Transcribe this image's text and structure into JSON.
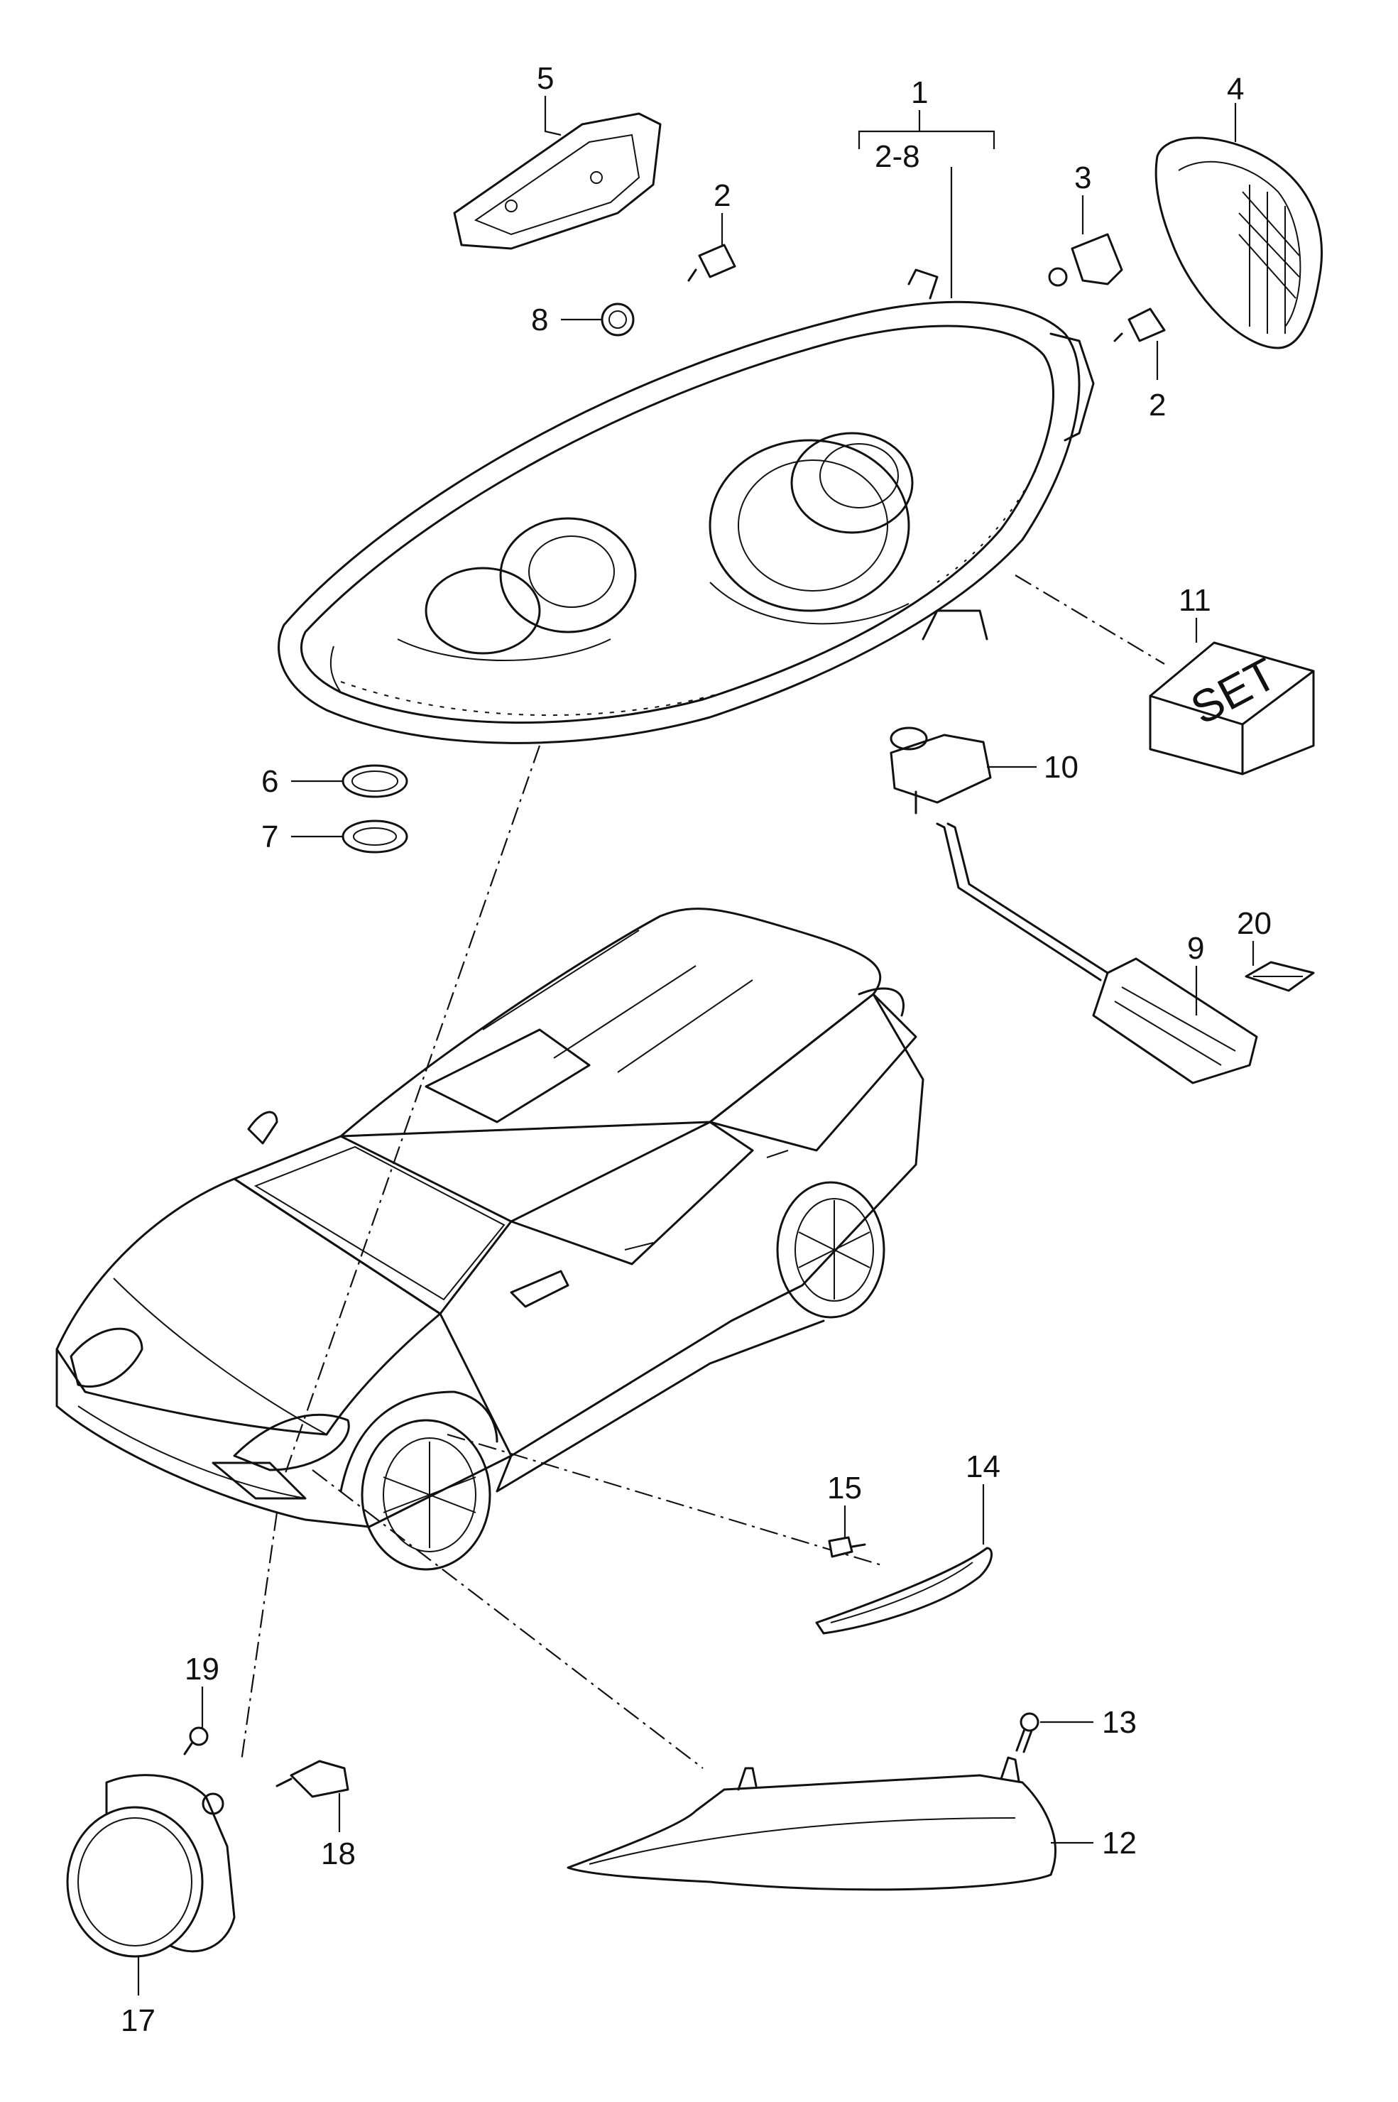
{
  "diagram": {
    "callouts": {
      "c1": "1",
      "c2_8": "2-8",
      "c2a": "2",
      "c2b": "2",
      "c3": "3",
      "c4": "4",
      "c5": "5",
      "c6": "6",
      "c7": "7",
      "c8": "8",
      "c9": "9",
      "c10": "10",
      "c11": "11",
      "c12": "12",
      "c13": "13",
      "c14": "14",
      "c15": "15",
      "c17": "17",
      "c18": "18",
      "c19": "19",
      "c20": "20"
    },
    "set_box_label": "SET"
  }
}
